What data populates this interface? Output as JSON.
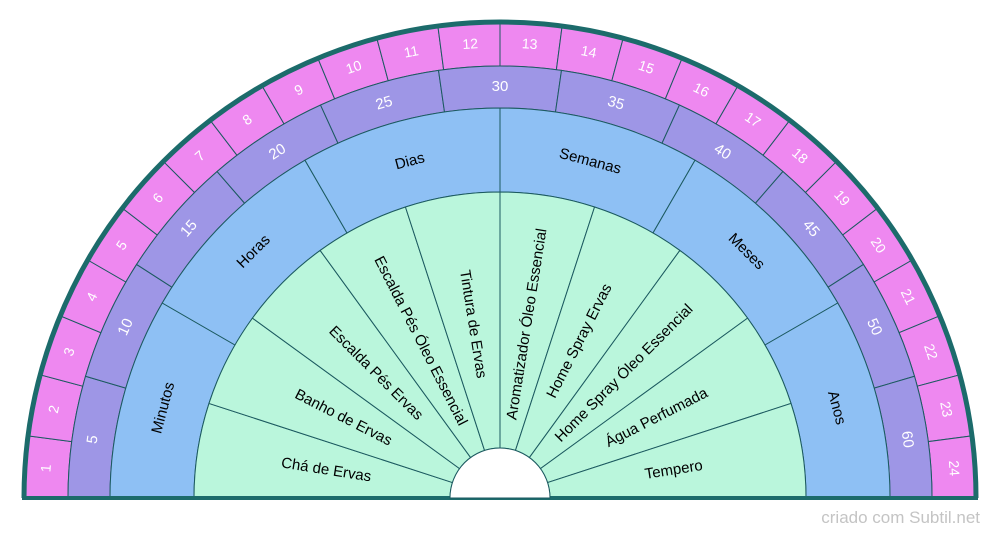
{
  "colors": {
    "border": "#1c6b6b",
    "outer_ring": "#ee88f0",
    "numbers_ring": "#9e96e6",
    "units_ring": "#8ec0f4",
    "items_ring": "#baf6dc",
    "divider": "#1c5a60",
    "label_dark": "#000000",
    "label_light": "#ffffff"
  },
  "outer_ring": [
    "1",
    "2",
    "3",
    "4",
    "5",
    "6",
    "7",
    "8",
    "9",
    "10",
    "11",
    "12",
    "13",
    "14",
    "15",
    "16",
    "17",
    "18",
    "19",
    "20",
    "21",
    "22",
    "23",
    "24"
  ],
  "numbers_ring": [
    "5",
    "10",
    "15",
    "20",
    "25",
    "30",
    "35",
    "40",
    "45",
    "50",
    "60"
  ],
  "units_ring": [
    "Minutos",
    "Horas",
    "Dias",
    "Semanas",
    "Meses",
    "Anos"
  ],
  "items_ring": [
    "Chá de Ervas",
    "Banho de Ervas",
    "Escalda Pés Ervas",
    "Escalda Pés Óleo Essencial",
    "Tintura de Ervas",
    "Aromatizador Óleo Essencial",
    "Home Spray Ervas",
    "Home Spray Óleo Essencial",
    "Água Perfumada",
    "Tempero"
  ],
  "footer": "criado com Subtil.net"
}
